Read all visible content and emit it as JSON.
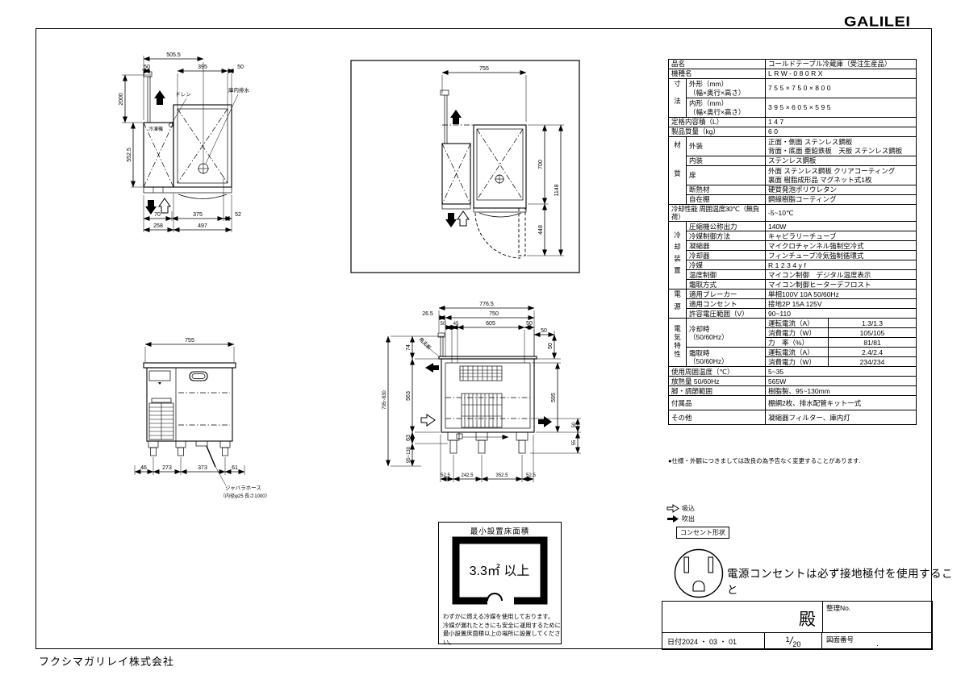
{
  "logo": "GALILEI",
  "footer": {
    "company": "フクシマガリレイ株式会社"
  },
  "note": "●仕様・外観につきましては改良の為予告なく変更することがあります.",
  "legend": {
    "suction": "吸込",
    "blowout": "吹出"
  },
  "outlet": {
    "shape_label": "コンセント形状",
    "warning": "電源コンセントは必ず接地極付を使用すること"
  },
  "title_block": {
    "addressee": "殿",
    "control_no_label": "整理No.",
    "date": "日付2024 ・ 03 ・ 01",
    "scale_num": "1",
    "scale_den": "20",
    "drawing_no_label": "図面番号",
    "drawing_no_value": "."
  },
  "min_area": {
    "title": "最小設置床面積",
    "value": "3.3㎡ 以上",
    "note1": "わずかに燃える冷媒を使用しております。",
    "note2": "冷媒が漏れたときにも安全に運用するために",
    "note3": "最小設置床面積以上の場所に設置してください。"
  },
  "spec": {
    "groups": {
      "dims": "寸法",
      "material": "材質",
      "cooling": "冷却装置",
      "power": "電源",
      "electrical": "電気特性"
    },
    "rows": [
      {
        "label": "品名",
        "value": "コールドテーブル冷蔵庫（受注生産品）"
      },
      {
        "label": "機種名",
        "value": "LRW-080RX"
      },
      {
        "label": "外形（mm）\n（幅×奥行×高さ）",
        "value": "755×750×800"
      },
      {
        "label": "内形（mm）\n（幅×奥行×高さ）",
        "value": "395×605×595"
      },
      {
        "label": "定格内容積（L）",
        "value": "147"
      },
      {
        "label": "製品質量（kg）",
        "value": "60"
      },
      {
        "label": "外装",
        "value": "正面・側面 ステンレス鋼板\n背面・底面 亜鉛鉄板　天板 ステンレス鋼板"
      },
      {
        "label": "内装",
        "value": "ステンレス鋼板"
      },
      {
        "label": "扉",
        "value": "外面 ステンレス鋼板 クリアコーティング\n裏面 樹脂成形品 マグネット式1枚"
      },
      {
        "label": "断熱材",
        "value": "硬質発泡ポリウレタン"
      },
      {
        "label": "自在棚",
        "value": "鋼線樹脂コーティング"
      },
      {
        "label": "冷却性能 周囲温度30℃（無負荷）",
        "value": "-5~10℃"
      },
      {
        "label": "圧縮機公称出力",
        "value": "140W"
      },
      {
        "label": "冷媒制御方法",
        "value": "キャピラリーチューブ"
      },
      {
        "label": "凝縮器",
        "value": "マイクロチャンネル強制空冷式"
      },
      {
        "label": "冷却器",
        "value": "フィンチューブ冷気強制循環式"
      },
      {
        "label": "冷媒",
        "value": "R1234yf"
      },
      {
        "label": "温度制御",
        "value": "マイコン制御　デジタル温度表示"
      },
      {
        "label": "霜取方式",
        "value": "マイコン制御ヒーターデフロスト"
      },
      {
        "label": "適用ブレーカー",
        "value": "単相100V 10A 50/60Hz"
      },
      {
        "label": "適用コンセント",
        "value": "接地2P 15A 125V"
      },
      {
        "label": "許容電圧範囲（V）",
        "value": "90~110"
      },
      {
        "label": "冷却時\n（50/60Hz）",
        "param": "運転電流（A）",
        "value": "1.3/1.3"
      },
      {
        "param": "消費電力（W）",
        "value": "105/105"
      },
      {
        "param": "力　率（%）",
        "value": "81/81"
      },
      {
        "label": "霜取時\n（50/60Hz）",
        "param": "運転電流（A）",
        "value": "2.4/2.4"
      },
      {
        "param": "消費電力（W）",
        "value": "234/234"
      },
      {
        "label": "使用周囲温度（℃）",
        "value": "5~35"
      },
      {
        "label": "放熱量 50/60Hz",
        "value": "565W"
      },
      {
        "label": "脚・調節範囲",
        "value": "樹脂製、95~130mm"
      },
      {
        "label": "付属品",
        "value": "棚網2枚、排水配管キット一式"
      },
      {
        "label": "その他",
        "value": "凝縮器フィルター、庫内灯"
      }
    ]
  },
  "drawings": {
    "plan": {
      "width_top": "505.5",
      "w50l": "50",
      "w395": "395",
      "w50r": "50",
      "h2000": "2000",
      "h552": "552.5",
      "b70": "70",
      "b375": "375",
      "b52": "52",
      "b258": "258",
      "b497": "497",
      "drain_label": "ドレン",
      "inner_drain_label": "庫内排水",
      "freezer_label": "冷凍機"
    },
    "plan_open": {
      "w755": "755",
      "h700": "700",
      "h1148": "1148",
      "h448": "448"
    },
    "front": {
      "w755": "755",
      "b46": "46",
      "b273": "273",
      "b373": "373",
      "b61": "61",
      "hose_label": "ジャバラホース",
      "hose_spec": "（内径φ25 長さ1000）"
    },
    "side": {
      "w776": "776.5",
      "w26": "26.5",
      "w750": "750",
      "t50a": "50",
      "t45": "45",
      "t605": "605",
      "t50b": "50",
      "c50h": "50",
      "c50v": "50",
      "l74": "74",
      "l563": "563",
      "l63": "63",
      "l95130": "95~130",
      "l795830": "795~830",
      "r595": "595",
      "r50": "50",
      "r55": "55",
      "b52l": "52.5",
      "b242": "242.5",
      "b352": "352.5",
      "b52r": "52.5",
      "top_label": "角天板"
    }
  },
  "colors": {
    "ink": "#000000",
    "paper": "#ffffff"
  }
}
